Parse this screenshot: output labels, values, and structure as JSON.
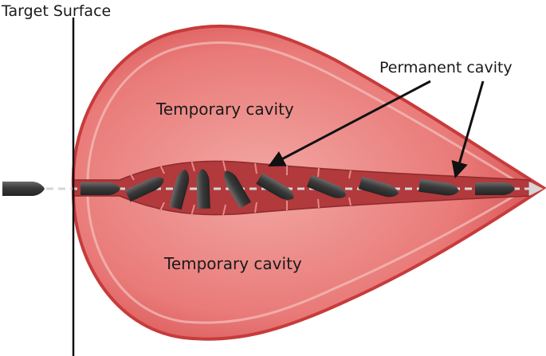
{
  "labels": {
    "target_surface": "Target Surface",
    "temporary_cavity_upper": "Temporary cavity",
    "temporary_cavity_lower": "Temporary cavity",
    "permanent_cavity": "Permanent cavity"
  },
  "colors": {
    "cavity_fill": "#e36a6a",
    "cavity_edge": "#c83b3b",
    "cavity_highlight": "#f4b8b3",
    "channel": "#b2393c",
    "bullet": "#3c3c3c",
    "trajectory": "#d6d6d6",
    "surface_line": "#111111",
    "arrow": "#111111"
  },
  "projectile": {
    "yaw_angles_deg": [
      0,
      -25,
      -75,
      -95,
      -60,
      -30,
      -20,
      -15,
      -10,
      -5,
      0
    ]
  }
}
